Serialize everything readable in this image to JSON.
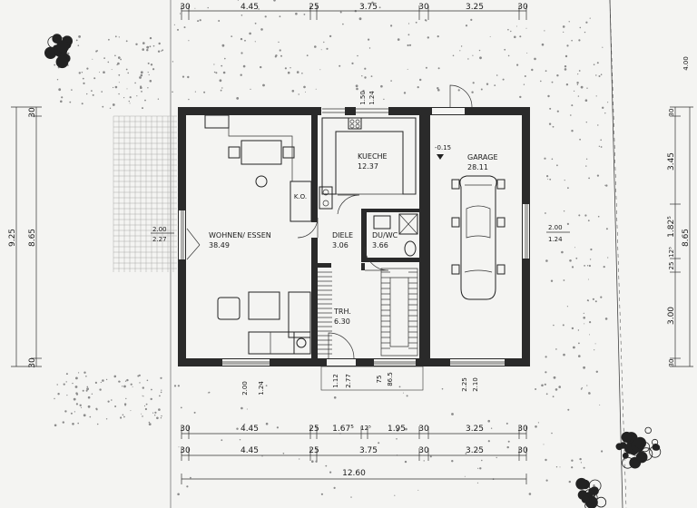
{
  "dims_top": [
    "30",
    "4.45",
    "25",
    "3.75",
    "30",
    "3.25",
    "30"
  ],
  "dims_bottom1": [
    "30",
    "4.45",
    "25",
    "1.67⁵",
    "12⁵",
    "1.95",
    "30",
    "3.25",
    "30"
  ],
  "dims_bottom2": [
    "30",
    "4.45",
    "25",
    "3.75",
    "30",
    "3.25",
    "30"
  ],
  "dim_total": "12.60",
  "dims_left": [
    "9.25",
    "8.65",
    "30",
    "30"
  ],
  "dims_right": [
    "4.00",
    "30",
    "3.45",
    "1.82⁵",
    "12⁵",
    "25",
    "3.00",
    "30",
    "8.65"
  ],
  "rooms": [
    {
      "name": "WOHNEN/ ESSEN",
      "area": "38.49"
    },
    {
      "name": "KUECHE",
      "area": "12.37"
    },
    {
      "name": "DIELE",
      "area": "3.06"
    },
    {
      "name": "DU/WC",
      "area": "3.66"
    },
    {
      "name": "TRH.",
      "area": "6.30"
    },
    {
      "name": "GARAGE",
      "area": "28.11"
    }
  ],
  "labels": {
    "ko": "K.O.",
    "win_top": "1.50",
    "win_top2": "1.24",
    "level": "-0.15",
    "win_left1": "2.00",
    "win_left2": "2.27",
    "win_right1": "2.00",
    "win_right2": "1.24",
    "win_bl1": "2.00",
    "win_bl2": "1.24",
    "door1": "1.12",
    "door2": "2.77",
    "door3": "75",
    "door4": "86.5",
    "gdoor1": "2.25",
    "gdoor2": "2.10"
  }
}
